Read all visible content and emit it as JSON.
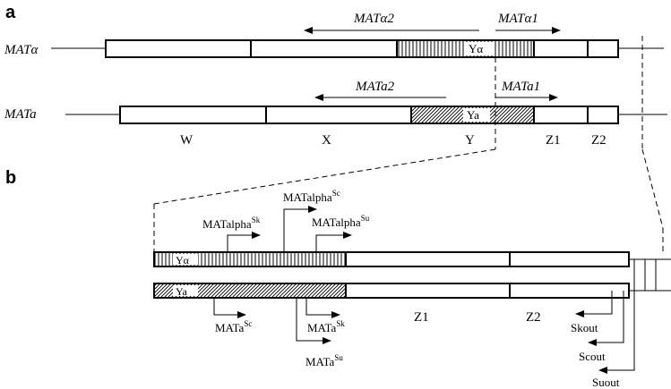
{
  "panel_a": {
    "label": "a",
    "locus_alpha": {
      "name": "MATα",
      "region_label": "Yα",
      "gene_left": "MATα2",
      "gene_right": "MATα1"
    },
    "locus_a": {
      "name": "MATa",
      "region_label": "Ya",
      "gene_left": "MATa2",
      "gene_right": "MATa1"
    },
    "regions": [
      "W",
      "X",
      "Y",
      "Z1",
      "Z2"
    ]
  },
  "panel_b": {
    "label": "b",
    "alpha_row": {
      "region_label": "Yα",
      "primers": [
        {
          "base": "MATalpha",
          "sup": "Sk"
        },
        {
          "base": "MATalpha",
          "sup": "Sc"
        },
        {
          "base": "MATalpha",
          "sup": "Su"
        }
      ]
    },
    "a_row": {
      "region_label": "Ya",
      "primers": [
        {
          "base": "MATa",
          "sup": "Sc"
        },
        {
          "base": "MATa",
          "sup": "Sk"
        },
        {
          "base": "MATa",
          "sup": "Su"
        }
      ]
    },
    "region_labels": [
      "Z1",
      "Z2"
    ],
    "outer_primers": [
      "Skout",
      "Scout",
      "Suout"
    ]
  }
}
